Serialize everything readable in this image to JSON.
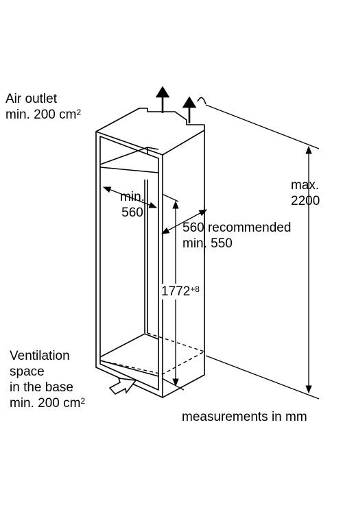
{
  "labels": {
    "air_outlet_1": "Air outlet",
    "air_outlet_2": "min. 200 cm",
    "air_outlet_sup": "2",
    "width_1": "min.",
    "width_2": "560",
    "depth_1": "560 recommended",
    "depth_2": "min. 550",
    "height_1": "max.",
    "height_2": "2200",
    "niche": "1772",
    "niche_sup": "+8",
    "vent_1": "Ventilation",
    "vent_2": "space",
    "vent_3": "in the base",
    "vent_4": "min. 200 cm",
    "vent_sup": "2",
    "units": "measurements in mm"
  }
}
